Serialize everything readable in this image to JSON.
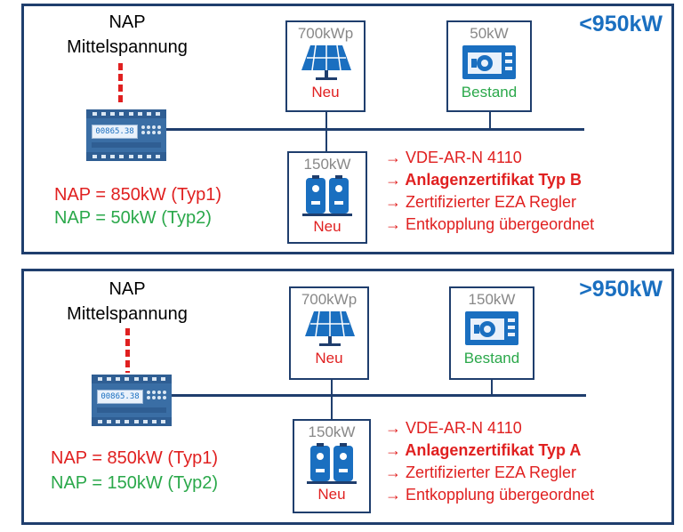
{
  "panels": [
    {
      "tag": "<950kW",
      "nap_title_1": "NAP",
      "nap_title_2": "Mittelspannung",
      "meter_display": "00865.38",
      "pv": {
        "power": "700kWp",
        "status": "Neu"
      },
      "existing": {
        "power": "50kW",
        "status": "Bestand"
      },
      "storage": {
        "power": "150kW",
        "status": "Neu"
      },
      "nap_values": [
        "NAP = 850kW (Typ1)",
        "NAP = 50kW (Typ2)"
      ],
      "requirements": [
        "→ VDE-AR-N 4110",
        "→ Anlagenzertifikat Typ B",
        "→ Zertifizierter EZA Regler",
        "→ Entkopplung übergeordnet"
      ]
    },
    {
      "tag": ">950kW",
      "nap_title_1": "NAP",
      "nap_title_2": "Mittelspannung",
      "meter_display": "00865.38",
      "pv": {
        "power": "700kWp",
        "status": "Neu"
      },
      "existing": {
        "power": "150kW",
        "status": "Bestand"
      },
      "storage": {
        "power": "150kW",
        "status": "Neu"
      },
      "nap_values": [
        "NAP = 850kW (Typ1)",
        "NAP = 150kW (Typ2)"
      ],
      "requirements": [
        "→ VDE-AR-N 4110",
        "→ Anlagenzertifikat Typ A",
        "→ Zertifizierter EZA Regler",
        "→ Entkopplung übergeordnet"
      ]
    }
  ],
  "colors": {
    "frame": "#1f3e6d",
    "tag_blue": "#1a6fc0",
    "red": "#e02020",
    "green": "#2aa84a",
    "gray_label": "#888888"
  },
  "icons": {
    "pv": "solar-panel-icon",
    "existing": "generator-icon",
    "storage": "battery-storage-icon",
    "meter": "energy-meter-icon"
  }
}
